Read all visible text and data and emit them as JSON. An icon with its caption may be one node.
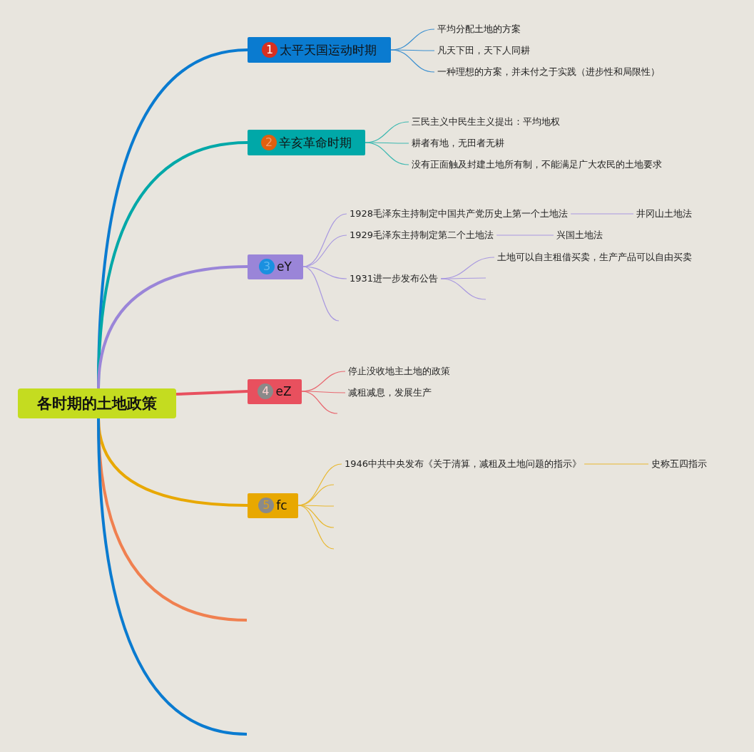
{
  "diagram": {
    "nodes": [
      {
        "text": [
          "各时期的土地政策"
        ]
      },
      {
        "text": [
          "1",
          "太平天国运动时期"
        ]
      },
      {
        "text": [
          "平均分配土地的方案"
        ]
      },
      {
        "text": [
          "凡天下田，天下人同耕"
        ]
      },
      {
        "text": [
          "一种理想的方案，并未付之于实践（进步性和局限性）"
        ]
      },
      {
        "text": [
          "2",
          "辛亥革命时期"
        ]
      },
      {
        "text": [
          "三民主义中民生主义提出：平均地权"
        ]
      },
      {
        "text": [
          "耕者有地，无田者无耕"
        ]
      },
      {
        "text": [
          "没有正面触及封建土地所有制，不能满足广大农民的土地要求"
        ]
      },
      {
        "text": [
          "3",
          "eY"
        ]
      },
      {
        "text": [
          "1928毛泽东主持制定中国共产党历史上第一个土地法"
        ]
      },
      {
        "text": [
          "井冈山土地法"
        ]
      },
      {
        "text": [
          "1929毛泽东主持制定第二个土地法"
        ]
      },
      {
        "text": [
          "兴国土地法"
        ]
      },
      {
        "text": [
          "1931进一步发布公告"
        ]
      },
      {
        "text": [
          "土地可以自主租借买卖，生产产品可以自由买卖"
        ]
      },
      {
        "text": [
          "4",
          "eZ"
        ]
      },
      {
        "text": [
          "停止没收地主土地的政策"
        ]
      },
      {
        "text": [
          "减租减息，发展生产"
        ]
      },
      {
        "text": [
          "5",
          "fc"
        ]
      },
      {
        "text": [
          "1946中共中央发布《关于清算，减租及土地问题的指示》"
        ]
      },
      {
        "text": [
          "史称五四指示"
        ]
      }
    ],
    "edges": [
      {
        "from": 0,
        "to": 1,
        "arrow": "none",
        "style": "thick",
        "color": "#0a7bd0"
      },
      {
        "from": 1,
        "to": 2,
        "arrow": "none",
        "color": "#3a8fd0"
      },
      {
        "from": 1,
        "to": 3,
        "arrow": "none",
        "color": "#3a8fd0"
      },
      {
        "from": 1,
        "to": 4,
        "arrow": "none",
        "color": "#3a8fd0"
      },
      {
        "from": 0,
        "to": 5,
        "arrow": "none",
        "style": "thick",
        "color": "#00a8a8"
      },
      {
        "from": 5,
        "to": 6,
        "arrow": "none",
        "color": "#3ab8b0"
      },
      {
        "from": 5,
        "to": 7,
        "arrow": "none",
        "color": "#3ab8b0"
      },
      {
        "from": 5,
        "to": 8,
        "arrow": "none",
        "color": "#3ab8b0"
      },
      {
        "from": 0,
        "to": 9,
        "arrow": "none",
        "style": "thick",
        "color": "#9a85d8"
      },
      {
        "from": 9,
        "to": 10,
        "arrow": "none",
        "color": "#a898e0"
      },
      {
        "from": 10,
        "to": 11,
        "arrow": "none",
        "color": "#a898e0"
      },
      {
        "from": 9,
        "to": 12,
        "arrow": "none",
        "color": "#a898e0"
      },
      {
        "from": 12,
        "to": 13,
        "arrow": "none",
        "color": "#a898e0"
      },
      {
        "from": 9,
        "to": 14,
        "arrow": "none",
        "color": "#a898e0"
      },
      {
        "from": 14,
        "to": 15,
        "arrow": "none",
        "color": "#a898e0"
      },
      {
        "from": 14,
        "to": null,
        "arrow": "none",
        "color": "#a898e0"
      },
      {
        "from": 14,
        "to": null,
        "arrow": "none",
        "color": "#a898e0"
      },
      {
        "from": 9,
        "to": null,
        "arrow": "none",
        "color": "#a898e0"
      },
      {
        "from": 0,
        "to": 16,
        "arrow": "none",
        "style": "thick",
        "color": "#e8505e"
      },
      {
        "from": 16,
        "to": 17,
        "arrow": "none",
        "color": "#e86870"
      },
      {
        "from": 16,
        "to": 18,
        "arrow": "none",
        "color": "#e86870"
      },
      {
        "from": 16,
        "to": null,
        "arrow": "none",
        "color": "#e86870"
      },
      {
        "from": 0,
        "to": 19,
        "arrow": "none",
        "style": "thick",
        "color": "#e8a800"
      },
      {
        "from": 19,
        "to": 20,
        "arrow": "none",
        "color": "#e8b830"
      },
      {
        "from": 20,
        "to": 21,
        "arrow": "none",
        "color": "#e8b830"
      },
      {
        "from": 19,
        "to": null,
        "arrow": "none",
        "color": "#e8b830"
      },
      {
        "from": 19,
        "to": null,
        "arrow": "none",
        "color": "#e8b830"
      },
      {
        "from": 19,
        "to": null,
        "arrow": "none",
        "color": "#e8b830"
      },
      {
        "from": 19,
        "to": null,
        "arrow": "none",
        "color": "#e8b830"
      },
      {
        "from": 0,
        "to": null,
        "arrow": "none",
        "style": "thick",
        "color": "#f08050"
      },
      {
        "from": 0,
        "to": null,
        "arrow": "none",
        "style": "thick",
        "color": "#0a7bd0"
      }
    ]
  }
}
